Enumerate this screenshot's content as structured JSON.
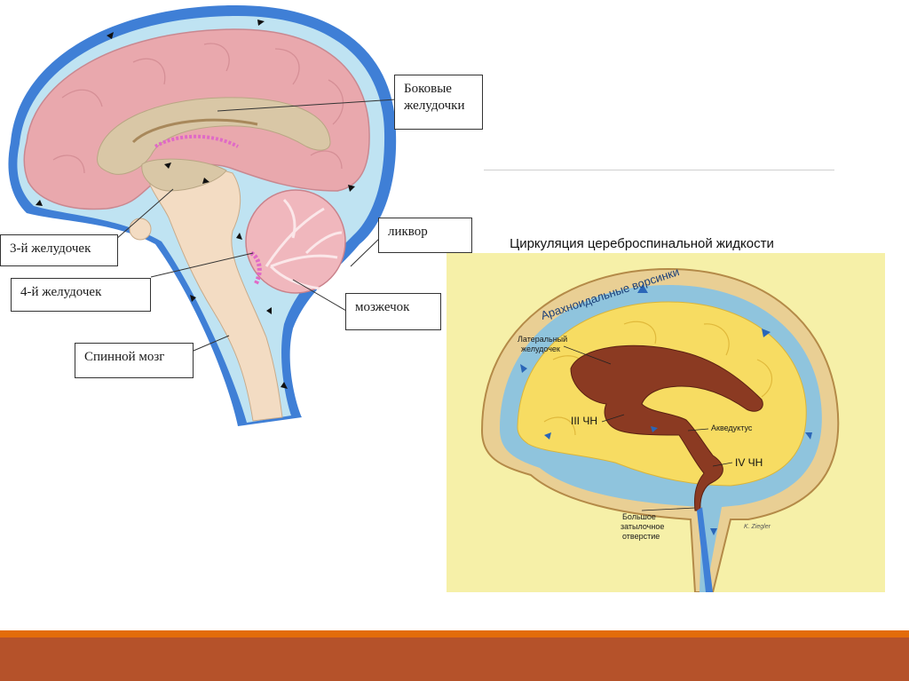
{
  "left_figure": {
    "labels": {
      "lateral_ventricles": "Боковые\nжелудочки",
      "third_ventricle": "3-й желудочек",
      "fourth_ventricle": "4-й желудочек",
      "csf": "ликвор",
      "cerebellum": "мозжечок",
      "spinal_cord": "Спинной мозг"
    }
  },
  "right_figure": {
    "title": "Циркуляция цереброспинальной жидкости",
    "labels": {
      "arachnoid_villi": "Арахноидальные ворсинки",
      "lateral_ventricle_line1": "Латеральный",
      "lateral_ventricle_line2": "желудочек",
      "third_ventricle": "III ЧН",
      "aqueduct": "Акведуктус",
      "fourth_ventricle": "IV ЧН",
      "foramen_line1": "Большое",
      "foramen_line2": "затылочное",
      "foramen_line3": "отверстие",
      "signature": "K. Ziegler"
    }
  },
  "colors": {
    "bottom_line": "#e36c09",
    "bottom_bar": "#b5522a",
    "csf_blue": "#3f7fd6",
    "brain_pink": "#e9a8ad",
    "ventricle_tan": "#d9c7a6",
    "ventricle_brown": "#7a2e1a",
    "panel_yellow": "#f6f0a8"
  }
}
